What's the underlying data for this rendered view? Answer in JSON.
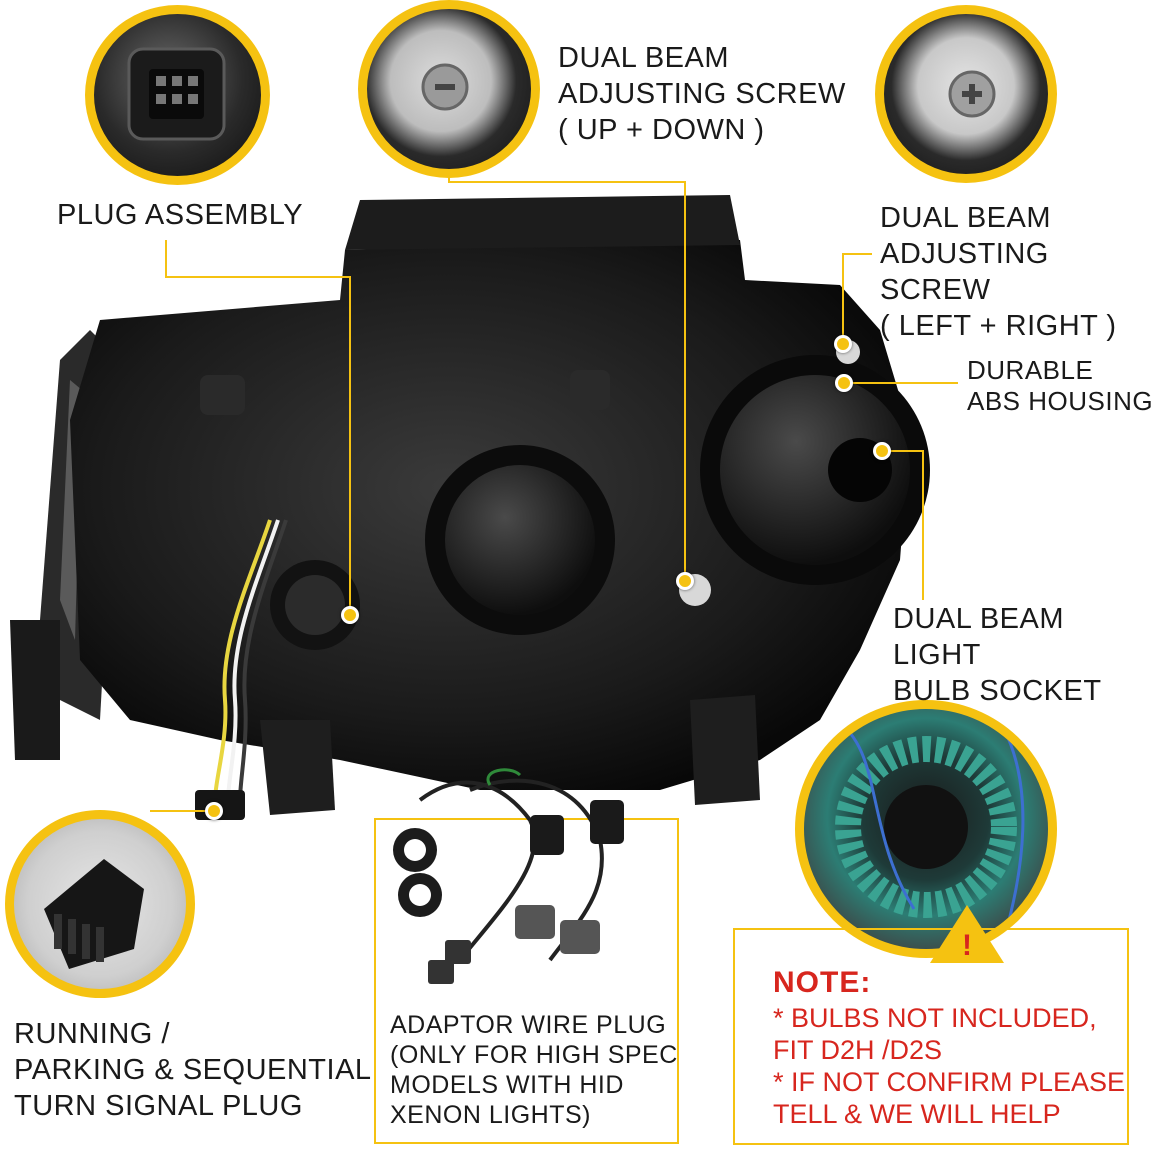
{
  "labels": {
    "plug_assembly": "PLUG ASSEMBLY",
    "screw_updown": "DUAL BEAM\nADJUSTING SCREW\n( UP + DOWN )",
    "screw_leftright": "DUAL BEAM\nADJUSTING SCREW\n( LEFT + RIGHT )",
    "housing": "DURABLE\nABS HOUSING",
    "bulb_socket": "DUAL BEAM LIGHT\nBULB SOCKET",
    "turn_signal": "RUNNING /\nPARKING & SEQUENTIAL\nTURN SIGNAL PLUG",
    "adaptor": "ADAPTOR WIRE PLUG\n(ONLY FOR HIGH SPEC\nMODELS WITH HID\nXENON LIGHTS)"
  },
  "note": {
    "title": "NOTE:",
    "line1": "* BULBS NOT INCLUDED,\nFIT D2H /D2S",
    "line2": "* IF NOT CONFIRM PLEASE\nTELL & WE WILL HELP",
    "warning_symbol": "!"
  },
  "colors": {
    "accent": "#f5c211",
    "note_red": "#d7261e",
    "housing_black": "#141414"
  },
  "icons": [
    "plug-icon",
    "screw-icon",
    "warning-icon"
  ]
}
